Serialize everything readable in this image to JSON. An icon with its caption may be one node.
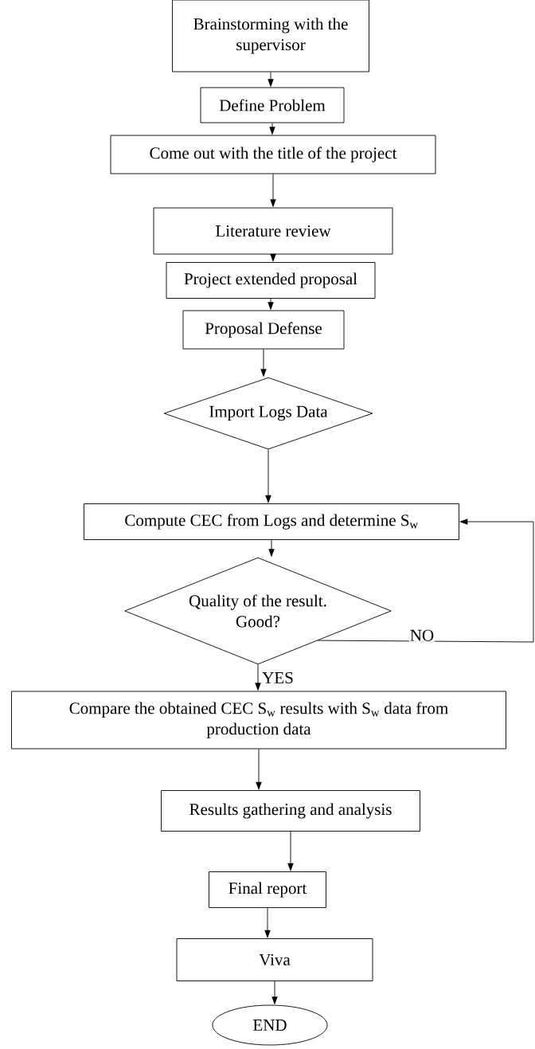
{
  "diagram": {
    "nodes": [
      {
        "text": [
          "Brainstorming with the supervisor"
        ]
      },
      {
        "text": [
          "Define Problem"
        ]
      },
      {
        "text": [
          "Come out with the title of the project"
        ]
      },
      {
        "text": [
          "Literature review"
        ]
      },
      {
        "text": [
          "Project extended proposal"
        ]
      },
      {
        "text": [
          "Proposal Defense"
        ]
      },
      {
        "text": [
          "Import Logs Data"
        ]
      },
      {
        "text": [
          "Compute CEC from Logs and determine S$_{w}$"
        ]
      },
      {
        "text": [
          "Quality of the result. Good?"
        ]
      },
      {
        "text": [
          "Compare the obtained CEC S$_{w}$ results with S$_{w}$ data from production data"
        ]
      },
      {
        "text": [
          "Results gathering and analysis"
        ]
      },
      {
        "text": [
          "Final report"
        ]
      },
      {
        "text": [
          "Viva"
        ]
      },
      {
        "text": [
          "END"
        ]
      }
    ],
    "edges": [
      {
        "from": 0,
        "to": 1,
        "arrow": "to"
      },
      {
        "from": 1,
        "to": 2,
        "arrow": "to"
      },
      {
        "from": 2,
        "to": 3,
        "arrow": "to"
      },
      {
        "from": 3,
        "to": 4,
        "arrow": "to"
      },
      {
        "from": 4,
        "to": 5,
        "arrow": "to"
      },
      {
        "from": 5,
        "to": 6,
        "arrow": "to"
      },
      {
        "from": 6,
        "to": 7,
        "arrow": "to"
      },
      {
        "from": 7,
        "to": 8,
        "arrow": "to"
      },
      {
        "from": 8,
        "to": 9,
        "arrow": "to",
        "label": "YES"
      },
      {
        "from": 8,
        "to": 7,
        "arrow": "to",
        "label": "NO"
      },
      {
        "from": 9,
        "to": 10,
        "arrow": "to"
      },
      {
        "from": 10,
        "to": 11,
        "arrow": "to"
      },
      {
        "from": 11,
        "to": 12,
        "arrow": "to"
      },
      {
        "from": 12,
        "to": 13,
        "arrow": "to"
      }
    ]
  }
}
